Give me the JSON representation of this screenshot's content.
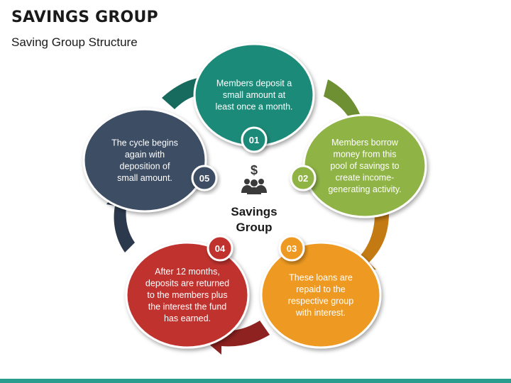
{
  "header": {
    "title": "SAVINGS GROUP",
    "subtitle": "Saving Group Structure"
  },
  "center": {
    "icon": "savings-group-icon",
    "line1": "Savings",
    "line2": "Group"
  },
  "steps": [
    {
      "number": "01",
      "color": "#1f8a78",
      "lines": [
        "Members deposit a",
        "small amount at",
        "least once a month."
      ]
    },
    {
      "number": "02",
      "color": "#8fb444",
      "lines": [
        "Members borrow",
        "money from this",
        "pool of savings to",
        "create income-",
        "generating activity."
      ]
    },
    {
      "number": "03",
      "color": "#ee9a22",
      "lines": [
        "These loans are",
        "repaid to the",
        "respective group",
        "with interest."
      ]
    },
    {
      "number": "04",
      "color": "#c0322f",
      "lines": [
        "After 12 months,",
        "deposits are returned",
        "to the members plus",
        "the interest the fund",
        "has earned."
      ]
    },
    {
      "number": "05",
      "color": "#3e4d63",
      "lines": [
        "The cycle begins",
        "again with",
        "deposition of",
        "small amount."
      ]
    }
  ],
  "colors": {
    "footer_bar": "#2a9d8f",
    "text_dark": "#222222"
  }
}
